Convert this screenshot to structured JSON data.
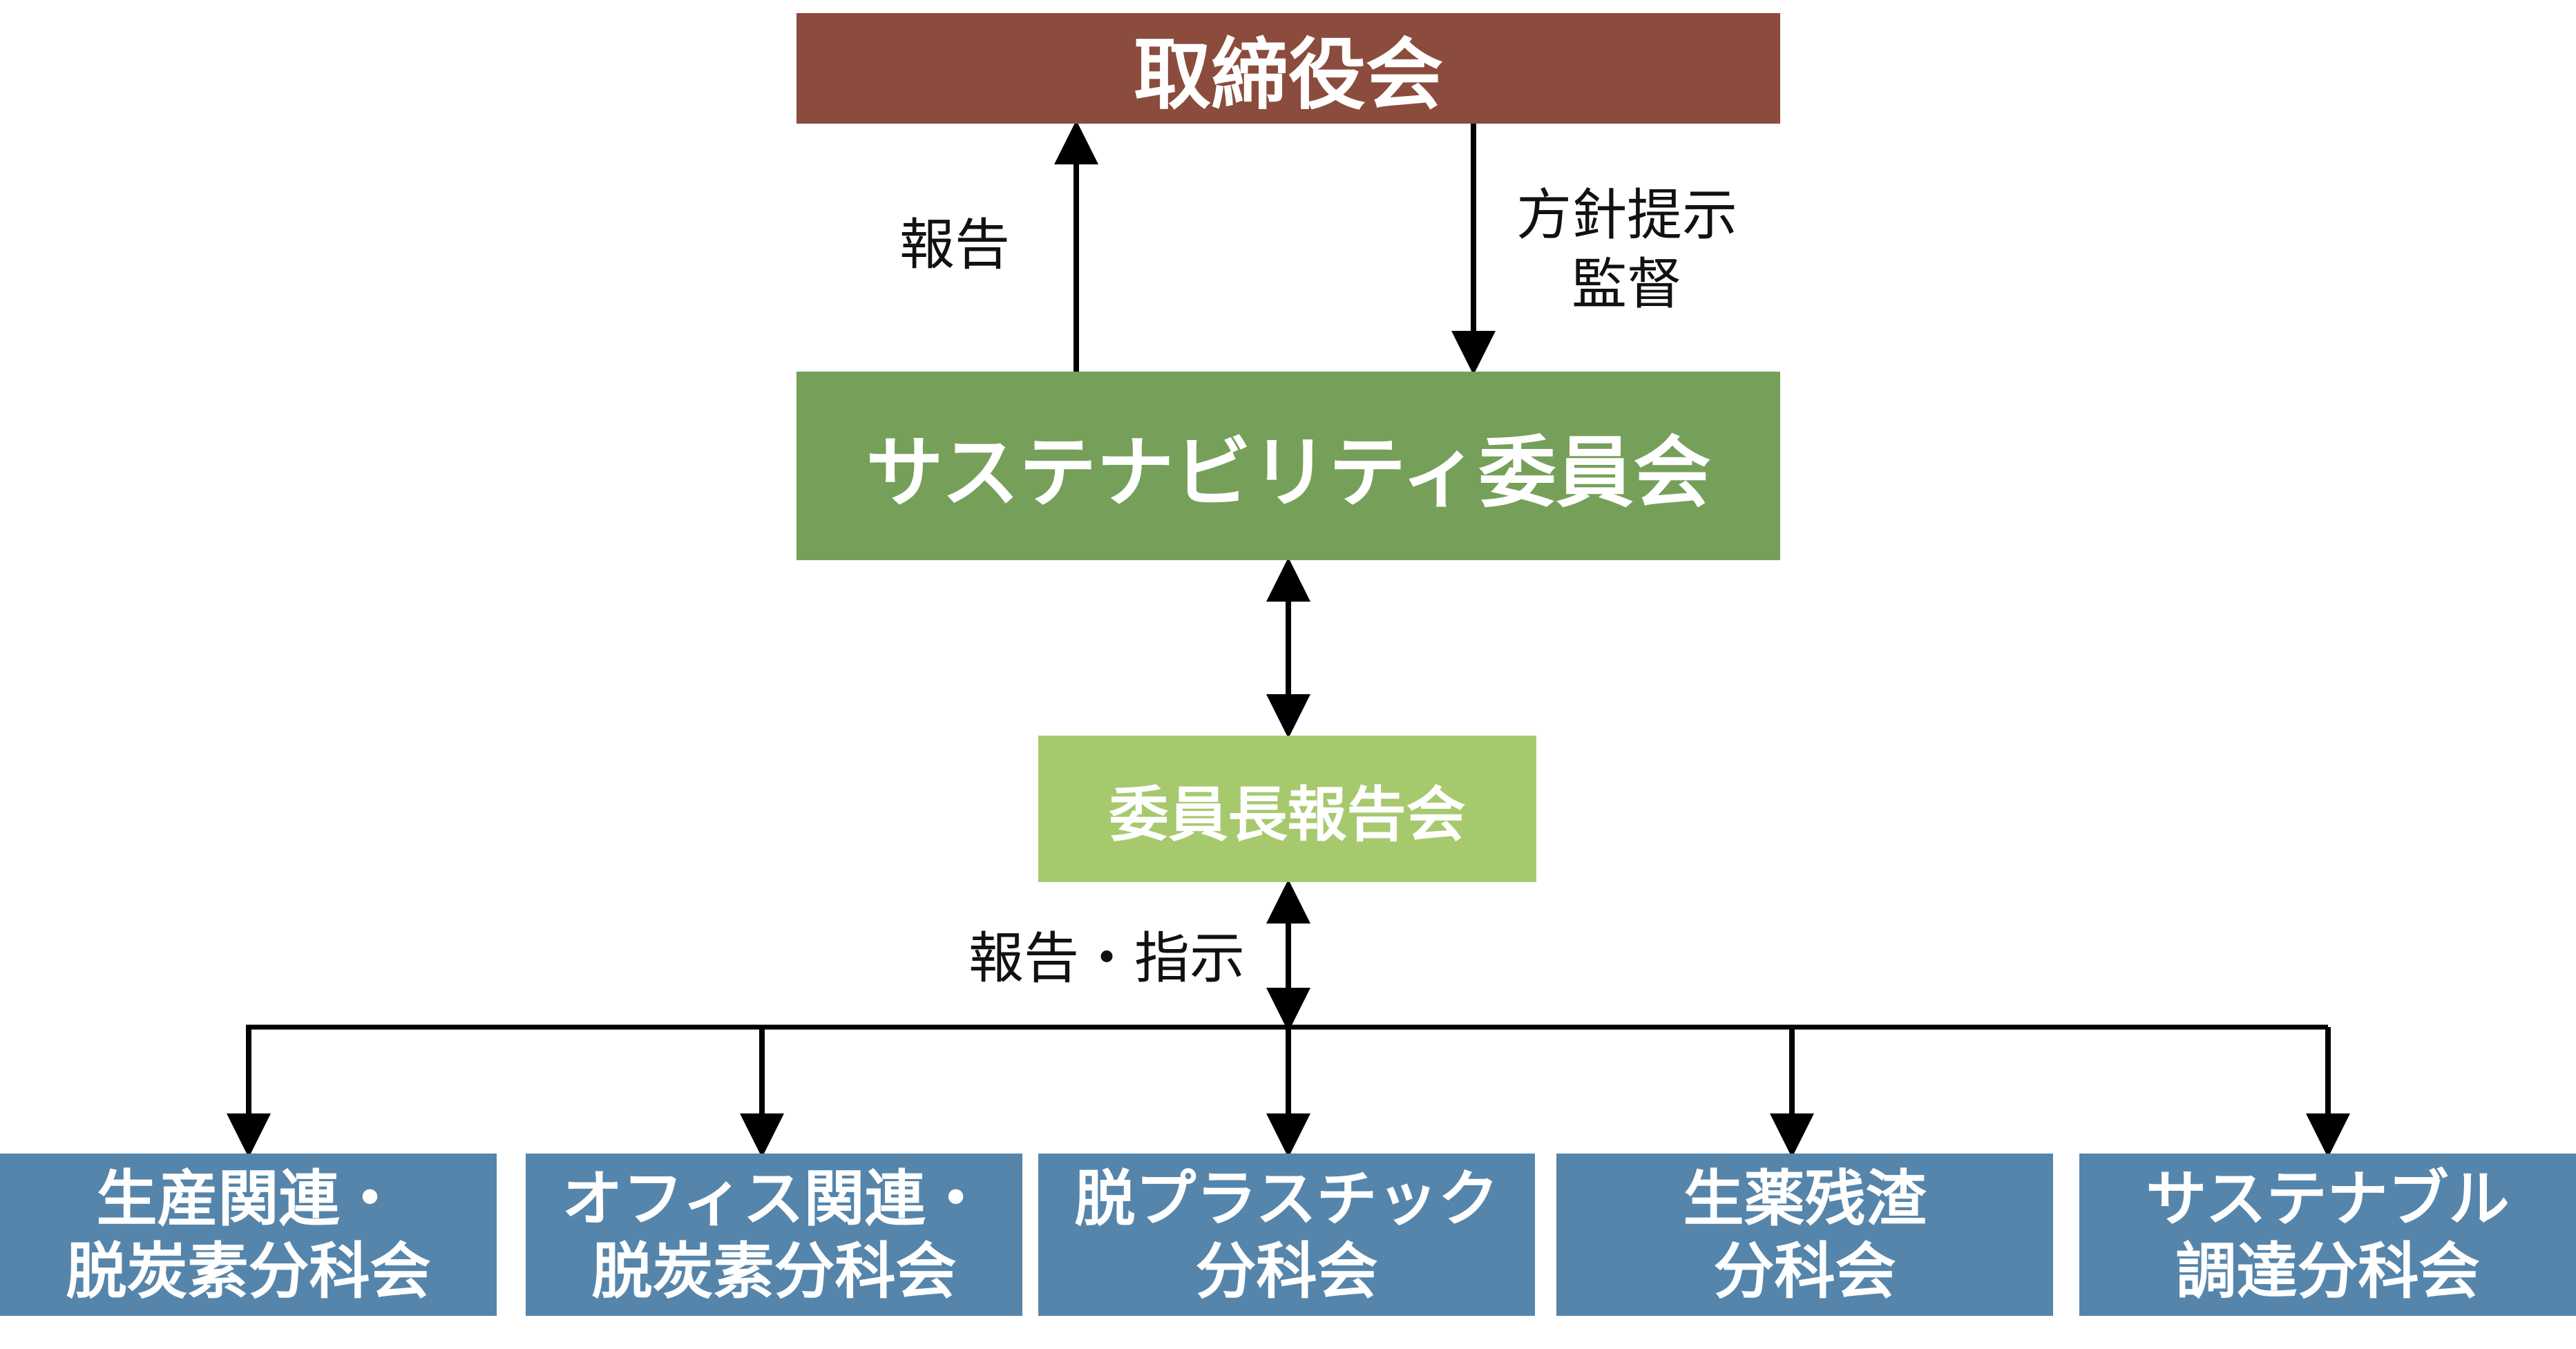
{
  "colors": {
    "board": "#8B4C3D",
    "committee": "#76A05A",
    "chair_meeting": "#A7C96E",
    "subcommittee": "#5585AB",
    "line": "#000000"
  },
  "nodes": {
    "board": "取締役会",
    "committee": "サステナビリティ委員会",
    "chair_meeting": "委員長報告会",
    "subcommittees": [
      {
        "line1": "生産関連・",
        "line2": "脱炭素分科会"
      },
      {
        "line1": "オフィス関連・",
        "line2": "脱炭素分科会"
      },
      {
        "line1": "脱プラスチック",
        "line2": "分科会"
      },
      {
        "line1": "生薬残渣",
        "line2": "分科会"
      },
      {
        "line1": "サステナブル",
        "line2": "調達分科会"
      }
    ]
  },
  "edge_labels": {
    "report_up": "報告",
    "policy_line1": "方針提示",
    "policy_line2": "監督",
    "report_instruct": "報告・指示"
  }
}
